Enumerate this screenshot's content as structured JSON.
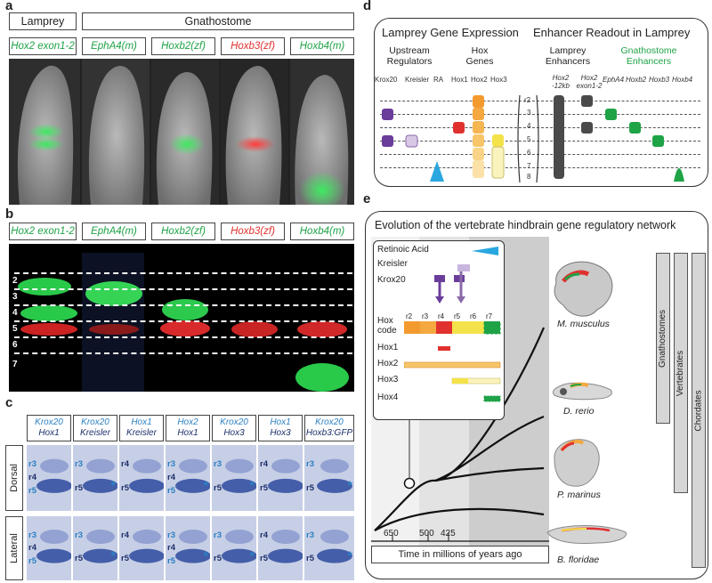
{
  "panels": {
    "a": "a",
    "b": "b",
    "c": "c",
    "d": "d",
    "e": "e"
  },
  "panel_a": {
    "group_lamprey": "Lamprey",
    "group_gnathostome": "Gnathostome",
    "genes": [
      {
        "label": "Hox2 exon1-2",
        "color": "#1fa347"
      },
      {
        "label": "EphA4(m)",
        "color": "#1fa347"
      },
      {
        "label": "Hoxb2(zf)",
        "color": "#1fa347"
      },
      {
        "label": "Hoxb3(zf)",
        "color": "#e0312f"
      },
      {
        "label": "Hoxb4(m)",
        "color": "#1fa347"
      }
    ]
  },
  "panel_b": {
    "genes": [
      {
        "label": "Hox2 exon1-2",
        "color": "#1fa347"
      },
      {
        "label": "EphA4(m)",
        "color": "#1fa347"
      },
      {
        "label": "Hoxb2(zf)",
        "color": "#1fa347"
      },
      {
        "label": "Hoxb3(zf)",
        "color": "#e0312f"
      },
      {
        "label": "Hoxb4(m)",
        "color": "#1fa347"
      }
    ],
    "rhombomeres": [
      "2",
      "3",
      "4",
      "5",
      "6",
      "7"
    ]
  },
  "panel_c": {
    "columns": [
      {
        "top": "Krox20",
        "bottom": "Hox1"
      },
      {
        "top": "Krox20",
        "bottom": "Kreisler"
      },
      {
        "top": "Hox1",
        "bottom": "Kreisler"
      },
      {
        "top": "Hox2",
        "bottom": "Hox1"
      },
      {
        "top": "Krox20",
        "bottom": "Hox3"
      },
      {
        "top": "Hox1",
        "bottom": "Hox3"
      },
      {
        "top": "Krox20",
        "bottom": "Hoxb3:GFP"
      }
    ],
    "rows": [
      "Dorsal",
      "Lateral"
    ],
    "dorsal_labels": [
      [
        "r3",
        "r4",
        "r5"
      ],
      [
        "r3",
        "r5"
      ],
      [
        "r4",
        "r5"
      ],
      [
        "r3",
        "r4",
        "r5"
      ],
      [
        "r3",
        "r5"
      ],
      [
        "r4",
        "r5"
      ],
      [
        "r3",
        "r5"
      ]
    ],
    "lateral_labels": [
      [
        "r3",
        "r4",
        "r5"
      ],
      [
        "r3",
        "r5"
      ],
      [
        "r4",
        "r5"
      ],
      [
        "r3",
        "r4",
        "r5"
      ],
      [
        "r3",
        "r5"
      ],
      [
        "r4",
        "r5"
      ],
      [
        "r3",
        "r5"
      ]
    ],
    "star": "*"
  },
  "panel_d": {
    "title_left": "Lamprey Gene Expression",
    "title_right": "Enhancer Readout in Lamprey",
    "upstream": "Upstream Regulators",
    "hox_genes": "Hox Genes",
    "lamprey_enh": "Lamprey Enhancers",
    "gnatho_enh": "Gnathostome Enhancers",
    "col_labels": [
      "Krox20",
      "Kreisler",
      "RA",
      "Hox1",
      "Hox2",
      "Hox3"
    ],
    "enh_labels": [
      "Hox2 -12kb",
      "Hox2 exon1-2"
    ],
    "gnatho_labels": [
      "EphA4",
      "Hoxb2",
      "Hoxb3",
      "Hoxb4"
    ],
    "r_labels": [
      "r2",
      "3",
      "4",
      "5",
      "6",
      "7",
      "8"
    ]
  },
  "panel_e": {
    "title": "Evolution of the vertebrate hindbrain gene regulatory network",
    "legend": {
      "ra": "Retinoic Acid",
      "kreisler": "Kreisler",
      "krox20": "Krox20",
      "hox_code": "Hox code",
      "rs": [
        "r2",
        "r3",
        "r4",
        "r5",
        "r6",
        "r7"
      ],
      "hox": [
        "Hox1",
        "Hox2",
        "Hox3",
        "Hox4"
      ]
    },
    "species": [
      "M. musculus",
      "D. rerio",
      "P. marinus",
      "B. floridae"
    ],
    "clades": [
      "Gnathostomes",
      "Vertebrates",
      "Chordates"
    ],
    "ticks": [
      "650",
      "500",
      "425"
    ],
    "axis": "Time in millions of years ago"
  }
}
